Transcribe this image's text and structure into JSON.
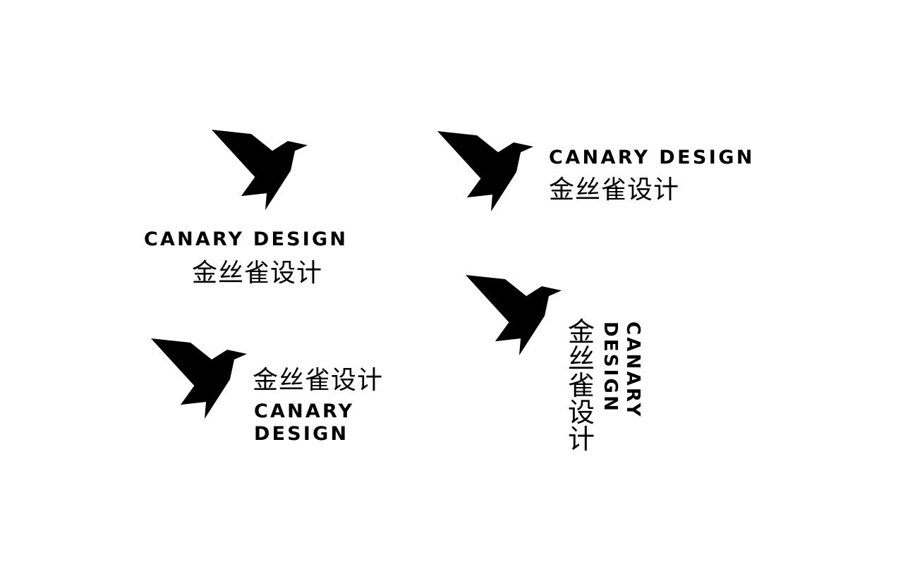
{
  "brand": {
    "name_en": "CANARY DESIGN",
    "name_en_line1": "CANARY",
    "name_en_line2": "DESIGN",
    "name_zh": "金丝雀设计",
    "name_zh_chars": [
      "金",
      "丝",
      "雀",
      "设",
      "计"
    ],
    "logo_icon": "origami-bird-icon",
    "ink_color": "#000000",
    "background_color": "#ffffff"
  },
  "lockups": [
    {
      "variant": "stacked-centered"
    },
    {
      "variant": "horizontal"
    },
    {
      "variant": "horizontal-compact"
    },
    {
      "variant": "vertical"
    }
  ]
}
